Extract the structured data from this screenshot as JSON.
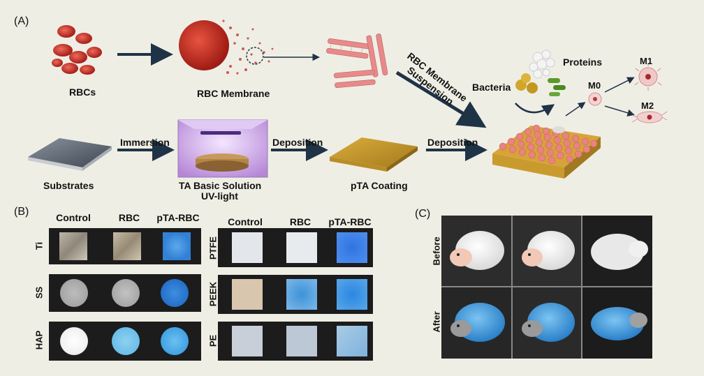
{
  "panelA": {
    "label": "(A)",
    "rbcs": "RBCs",
    "rbc_membrane": "RBC Membrane",
    "substrates": "Substrates",
    "immersion": "Immersion",
    "ta_basic": "TA Basic Solution",
    "uv_light": "UV-light",
    "deposition1": "Deposition",
    "ptA_coating": "pTA Coating",
    "deposition2": "Deposition",
    "suspension_line1": "RBC Membrane",
    "suspension_line2": "Suspension",
    "bacteria": "Bacteria",
    "proteins": "Proteins",
    "m0": "M0",
    "m1": "M1",
    "m2": "M2"
  },
  "panelB": {
    "label": "(B)",
    "left_cols": [
      "Control",
      "RBC",
      "pTA-RBC"
    ],
    "right_cols": [
      "Control",
      "RBC",
      "pTA-RBC"
    ],
    "left_rows": [
      "Ti",
      "SS",
      "HAP"
    ],
    "right_rows": [
      "PTFE",
      "PEEK",
      "PE"
    ]
  },
  "panelC": {
    "label": "(C)",
    "rows": [
      "Before",
      "After"
    ]
  },
  "colors": {
    "background": "#efeee5",
    "arrow": "#1f3347",
    "rbc_red": "#c8322a",
    "membrane_pink": "#e88a8a",
    "coating_gold": "#c99b2e",
    "stain_blue": "#2f7fd6"
  }
}
